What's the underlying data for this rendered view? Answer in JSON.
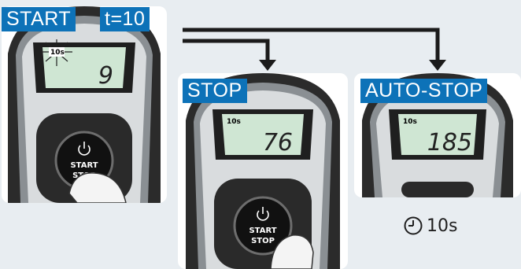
{
  "panels": {
    "start": {
      "label": "START",
      "time_label": "t=10",
      "lcd_time": "10s",
      "lcd_value": "9",
      "button_top": "START",
      "button_bottom": "STOP"
    },
    "stop": {
      "label": "STOP",
      "lcd_time": "10s",
      "lcd_value": "76",
      "button_top": "START",
      "button_bottom": "STOP"
    },
    "auto_stop": {
      "label": "AUTO-STOP",
      "lcd_time": "10s",
      "lcd_value": "185"
    }
  },
  "timer": {
    "icon": "clock-icon",
    "value": "10s"
  },
  "colors": {
    "label_bg": "#0d72b8",
    "background": "#e8edf1",
    "lcd": "#cfe6d3",
    "device_body": "#2b2b2b"
  }
}
